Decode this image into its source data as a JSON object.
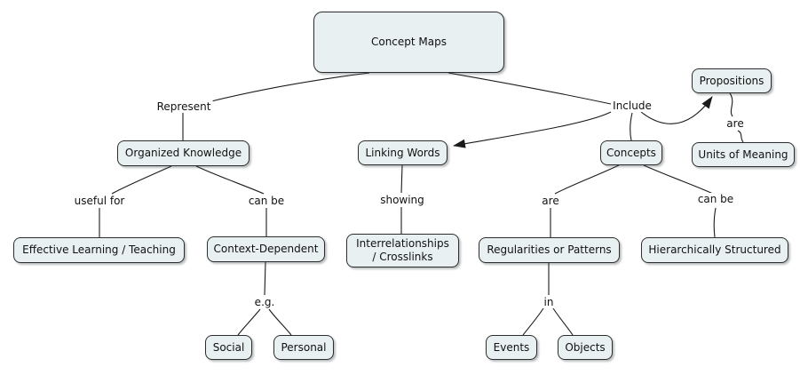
{
  "title": "Concept Maps",
  "colors": {
    "background": "#ffffff",
    "node_fill": "#e8f0f2",
    "node_border": "#2d2d2d",
    "line": "#1b1b1b",
    "text": "#111111"
  },
  "nodes": [
    {
      "id": "concept-maps",
      "kind": "concept",
      "label": "Concept Maps"
    },
    {
      "id": "organized-knowledge",
      "kind": "concept",
      "label": "Organized Knowledge"
    },
    {
      "id": "linking-words",
      "kind": "concept",
      "label": "Linking Words"
    },
    {
      "id": "concepts",
      "kind": "concept",
      "label": "Concepts"
    },
    {
      "id": "propositions",
      "kind": "concept",
      "label": "Propositions"
    },
    {
      "id": "units-of-meaning",
      "kind": "concept",
      "label": "Units of Meaning"
    },
    {
      "id": "effective-learning-teaching",
      "kind": "concept",
      "label": "Effective Learning / Teaching"
    },
    {
      "id": "context-dependent",
      "kind": "concept",
      "label": "Context-Dependent"
    },
    {
      "id": "interrelationships-crosslinks",
      "kind": "concept",
      "label": "Interrelationships\n/ Crosslinks"
    },
    {
      "id": "regularities-or-patterns",
      "kind": "concept",
      "label": "Regularities or Patterns"
    },
    {
      "id": "hierarchically-structured",
      "kind": "concept",
      "label": "Hierarchically Structured"
    },
    {
      "id": "social",
      "kind": "concept",
      "label": "Social"
    },
    {
      "id": "personal",
      "kind": "concept",
      "label": "Personal"
    },
    {
      "id": "events",
      "kind": "concept",
      "label": "Events"
    },
    {
      "id": "objects",
      "kind": "concept",
      "label": "Objects"
    },
    {
      "id": "represent",
      "kind": "linking",
      "label": "Represent"
    },
    {
      "id": "include",
      "kind": "linking",
      "label": "Include"
    },
    {
      "id": "useful-for",
      "kind": "linking",
      "label": "useful for"
    },
    {
      "id": "can-be-left",
      "kind": "linking",
      "label": "can be"
    },
    {
      "id": "showing",
      "kind": "linking",
      "label": "showing"
    },
    {
      "id": "are-propositions",
      "kind": "linking",
      "label": "are"
    },
    {
      "id": "are-concepts",
      "kind": "linking",
      "label": "are"
    },
    {
      "id": "can-be-right",
      "kind": "linking",
      "label": "can be"
    },
    {
      "id": "eg",
      "kind": "linking",
      "label": "e.g."
    },
    {
      "id": "in",
      "kind": "linking",
      "label": "in"
    }
  ],
  "connections": [
    {
      "from": "concept-maps",
      "to": "represent",
      "arrow": false
    },
    {
      "from": "represent",
      "to": "organized-knowledge",
      "arrow": false
    },
    {
      "from": "concept-maps",
      "to": "include",
      "arrow": false
    },
    {
      "from": "include",
      "to": "concepts",
      "arrow": false
    },
    {
      "from": "include",
      "to": "linking-words",
      "arrow": true
    },
    {
      "from": "include",
      "to": "propositions",
      "arrow": true
    },
    {
      "from": "propositions",
      "to": "are-propositions",
      "arrow": false
    },
    {
      "from": "are-propositions",
      "to": "units-of-meaning",
      "arrow": false
    },
    {
      "from": "organized-knowledge",
      "to": "useful-for",
      "arrow": false
    },
    {
      "from": "useful-for",
      "to": "effective-learning-teaching",
      "arrow": false
    },
    {
      "from": "organized-knowledge",
      "to": "can-be-left",
      "arrow": false
    },
    {
      "from": "can-be-left",
      "to": "context-dependent",
      "arrow": false
    },
    {
      "from": "linking-words",
      "to": "showing",
      "arrow": false
    },
    {
      "from": "showing",
      "to": "interrelationships-crosslinks",
      "arrow": false
    },
    {
      "from": "context-dependent",
      "to": "eg",
      "arrow": false
    },
    {
      "from": "eg",
      "to": "social",
      "arrow": false
    },
    {
      "from": "eg",
      "to": "personal",
      "arrow": false
    },
    {
      "from": "concepts",
      "to": "are-concepts",
      "arrow": false
    },
    {
      "from": "are-concepts",
      "to": "regularities-or-patterns",
      "arrow": false
    },
    {
      "from": "concepts",
      "to": "can-be-right",
      "arrow": false
    },
    {
      "from": "can-be-right",
      "to": "hierarchically-structured",
      "arrow": false
    },
    {
      "from": "regularities-or-patterns",
      "to": "in",
      "arrow": false
    },
    {
      "from": "in",
      "to": "events",
      "arrow": false
    },
    {
      "from": "in",
      "to": "objects",
      "arrow": false
    }
  ]
}
